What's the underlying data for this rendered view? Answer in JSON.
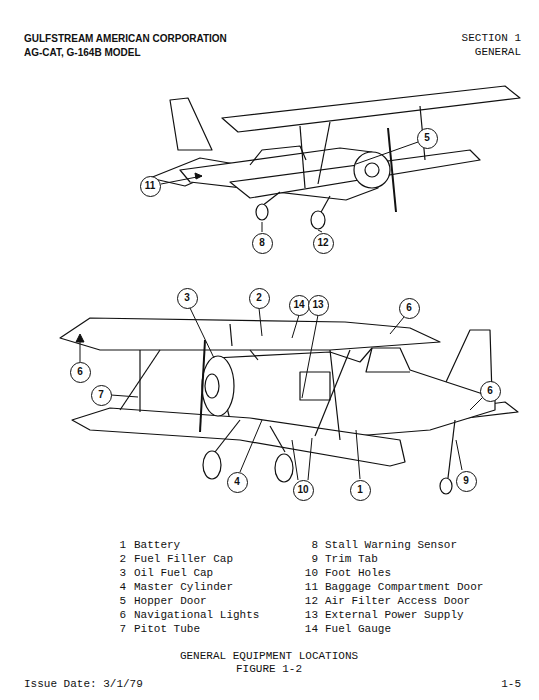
{
  "diagram": {
    "caption": "GENERAL EQUIPMENT LOCATIONS FIGURE 1-2",
    "nodes": [
      {
        "text": [
          "5"
        ]
      },
      {
        "text": [
          "11"
        ]
      },
      {
        "text": [
          "8"
        ]
      },
      {
        "text": [
          "12"
        ]
      },
      {
        "text": [
          "3"
        ]
      },
      {
        "text": [
          "2"
        ]
      },
      {
        "text": [
          "14"
        ]
      },
      {
        "text": [
          "13"
        ]
      },
      {
        "text": [
          "6"
        ]
      },
      {
        "text": [
          "6"
        ]
      },
      {
        "text": [
          "7"
        ]
      },
      {
        "text": [
          "6"
        ]
      },
      {
        "text": [
          "4"
        ]
      },
      {
        "text": [
          "10"
        ]
      },
      {
        "text": [
          "1"
        ]
      },
      {
        "text": [
          "9"
        ]
      }
    ],
    "labels": [
      "GULFSTREAM AMERICAN CORPORATION",
      "AG-CAT, G-164B MODEL",
      "SECTION 1",
      "GENERAL",
      "1",
      "Battery",
      "2",
      "Fuel Filler Cap",
      "3",
      "Oil Fuel Cap",
      "4",
      "Master Cylinder",
      "5",
      "Hopper Door",
      "6",
      "Navigational Lights",
      "7",
      "Pitot Tube",
      "8",
      "Stall Warning Sensor",
      "9",
      "Trim Tab",
      "10",
      "Foot Holes",
      "11",
      "Baggage Compartment Door",
      "12",
      "Air Filter Access Door",
      "13",
      "External Power Supply",
      "14",
      "Fuel Gauge",
      "Issue Date: 3/1/79",
      "1-5"
    ]
  }
}
